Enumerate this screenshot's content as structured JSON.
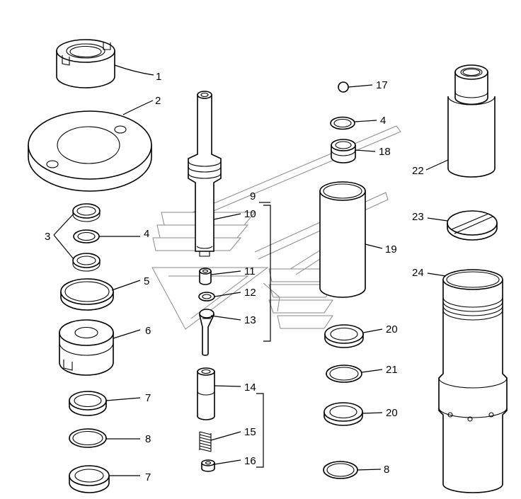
{
  "callouts": {
    "p1": "1",
    "p2": "2",
    "p3": "3",
    "p4a": "4",
    "p4b": "4",
    "p5": "5",
    "p6": "6",
    "p7a": "7",
    "p7b": "7",
    "p8a": "8",
    "p8b": "8",
    "p9": "9",
    "p10": "10",
    "p11": "11",
    "p12": "12",
    "p13": "13",
    "p14": "14",
    "p15": "15",
    "p16": "16",
    "p17": "17",
    "p18": "18",
    "p19": "19",
    "p20a": "20",
    "p20b": "20",
    "p21": "21",
    "p22": "22",
    "p23": "23",
    "p24": "24"
  },
  "colors": {
    "line": "#000000",
    "watermark": "#8a8a8a",
    "background": "#ffffff"
  }
}
